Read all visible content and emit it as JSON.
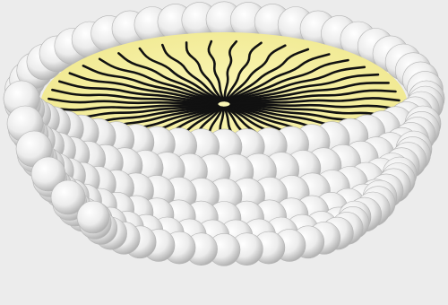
{
  "diagram": {
    "subject": "micelle",
    "components": [
      {
        "name": "hydrophilic-head",
        "shape": "sphere",
        "color": "#f4f4f4",
        "shade": "#b9b9b9"
      },
      {
        "name": "hydrophobic-tail",
        "shape": "wavy-line",
        "color": "#111111"
      },
      {
        "name": "core",
        "shape": "ellipse",
        "color": "#f7f2a3"
      }
    ],
    "background": "#ececec",
    "labels": []
  }
}
